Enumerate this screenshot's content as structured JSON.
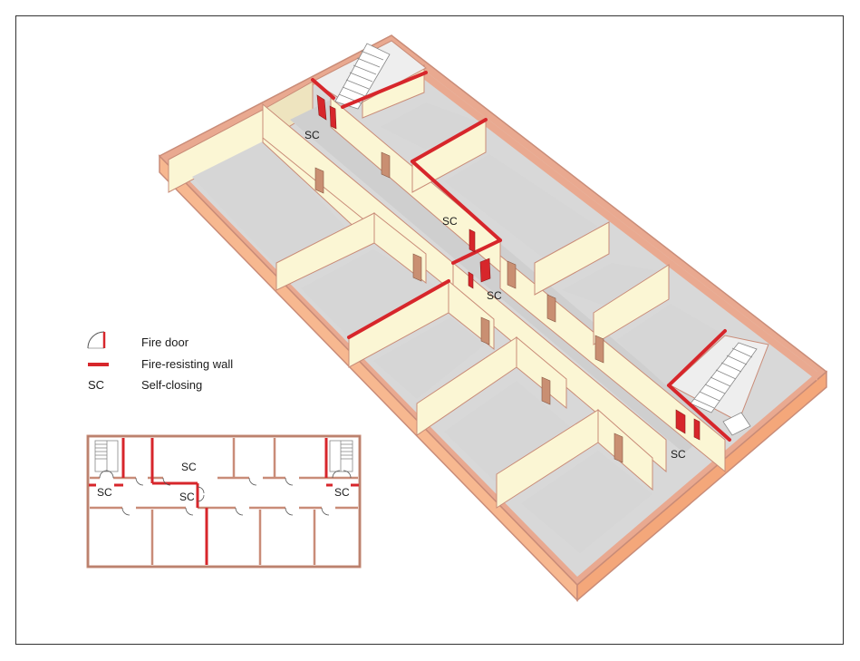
{
  "legend": {
    "fire_door": "Fire door",
    "fire_wall": "Fire-resisting wall",
    "sc_symbol": "SC",
    "sc_text": "Self-closing"
  },
  "labels": {
    "sc": "SC"
  },
  "colors": {
    "fire_red": "#d7262b",
    "wall_cream": "#fbf6d4",
    "wall_tan": "#eee4bf",
    "floor_grey": "#d8d8d8",
    "outer_wall": "#f5c4a3",
    "outer_wall_side": "#f7b890",
    "door_brown": "#c98f72",
    "edge": "#c98c78"
  },
  "icons": [
    "fire-door-icon",
    "fire-wall-icon",
    "stair-icon"
  ]
}
